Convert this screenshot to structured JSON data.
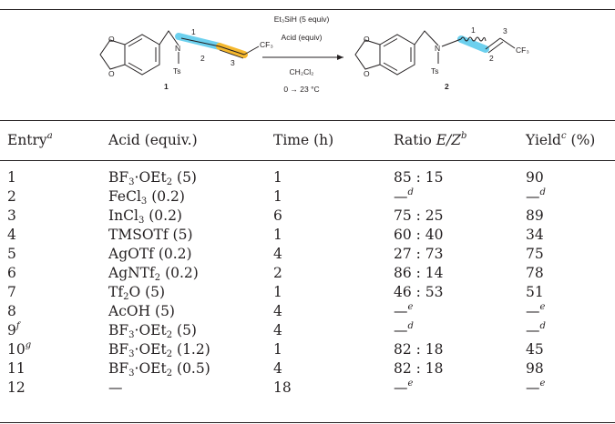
{
  "scheme": {
    "reagent_above": "Et₃SiH (5 equiv)",
    "reagent_above2": "Acid (equiv)",
    "solvent": "CH₂Cl₂",
    "temperature": "0 → 23 °C",
    "start_label": "1",
    "product_label": "2",
    "n_label": "N",
    "ts_label": "Ts",
    "cf3_label": "CF₃",
    "pos1": "1",
    "pos2": "2",
    "pos3": "3",
    "highlight_colors": {
      "cyan": "#6cd0ee",
      "orange": "#f5b82e"
    }
  },
  "table": {
    "headers": {
      "entry": "Entry",
      "entry_sup": "a",
      "acid": "Acid (equiv.)",
      "time": "Time (h)",
      "ratio": "Ratio ",
      "ratio_it": "E/Z",
      "ratio_sup": "b",
      "yield": "Yield",
      "yield_sup": "c",
      "yield_tail": " (%)"
    },
    "rows": [
      {
        "entry": "1",
        "entry_sup": "",
        "acid_html": "BF<sub>3</sub>·OEt<sub>2</sub> (5)",
        "time": "1",
        "ratio": "85 : 15",
        "ratio_sup": "",
        "yield": "90",
        "yield_sup": ""
      },
      {
        "entry": "2",
        "entry_sup": "",
        "acid_html": "FeCl<sub>3</sub> (0.2)",
        "time": "1",
        "ratio": "—",
        "ratio_sup": "d",
        "yield": "—",
        "yield_sup": "d"
      },
      {
        "entry": "3",
        "entry_sup": "",
        "acid_html": "InCl<sub>3</sub> (0.2)",
        "time": "6",
        "ratio": "75 : 25",
        "ratio_sup": "",
        "yield": "89",
        "yield_sup": ""
      },
      {
        "entry": "4",
        "entry_sup": "",
        "acid_html": "TMSOTf (5)",
        "time": "1",
        "ratio": "60 : 40",
        "ratio_sup": "",
        "yield": "34",
        "yield_sup": ""
      },
      {
        "entry": "5",
        "entry_sup": "",
        "acid_html": "AgOTf (0.2)",
        "time": "4",
        "ratio": "27 : 73",
        "ratio_sup": "",
        "yield": "75",
        "yield_sup": ""
      },
      {
        "entry": "6",
        "entry_sup": "",
        "acid_html": "AgNTf<sub>2</sub> (0.2)",
        "time": "2",
        "ratio": "86 : 14",
        "ratio_sup": "",
        "yield": "78",
        "yield_sup": ""
      },
      {
        "entry": "7",
        "entry_sup": "",
        "acid_html": "Tf<sub>2</sub>O (5)",
        "time": "1",
        "ratio": "46 : 53",
        "ratio_sup": "",
        "yield": "51",
        "yield_sup": ""
      },
      {
        "entry": "8",
        "entry_sup": "",
        "acid_html": "AcOH (5)",
        "time": "4",
        "ratio": "—",
        "ratio_sup": "e",
        "yield": "—",
        "yield_sup": "e"
      },
      {
        "entry": "9",
        "entry_sup": "f",
        "acid_html": "BF<sub>3</sub>·OEt<sub>2</sub> (5)",
        "time": "4",
        "ratio": "—",
        "ratio_sup": "d",
        "yield": "—",
        "yield_sup": "d"
      },
      {
        "entry": "10",
        "entry_sup": "g",
        "acid_html": "BF<sub>3</sub>·OEt<sub>2</sub> (1.2)",
        "time": "1",
        "ratio": "82 : 18",
        "ratio_sup": "",
        "yield": "45",
        "yield_sup": ""
      },
      {
        "entry": "11",
        "entry_sup": "",
        "acid_html": "BF<sub>3</sub>·OEt<sub>2</sub> (0.5)",
        "time": "4",
        "ratio": "82 : 18",
        "ratio_sup": "",
        "yield": "98",
        "yield_sup": ""
      },
      {
        "entry": "12",
        "entry_sup": "",
        "acid_html": "—",
        "time": "18",
        "ratio": "—",
        "ratio_sup": "e",
        "yield": "—",
        "yield_sup": "e"
      }
    ]
  }
}
